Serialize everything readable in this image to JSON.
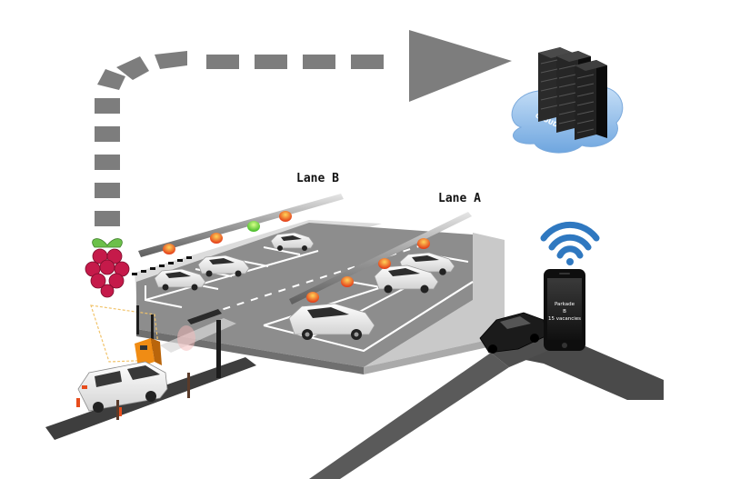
{
  "labels": {
    "lane_b": "Lane B",
    "lane_a": "Lane A",
    "cloud": "CLOUD"
  },
  "phone_screen": {
    "line1": "Parkade",
    "line2": "B",
    "line3": "15 vacancies"
  },
  "colors": {
    "arrow_gray": "#7d7d7d",
    "cloud_blue": "#a9cdf0",
    "wifi_blue": "#2f78c0",
    "raspberry_red": "#c51a4a",
    "leaf_green": "#6cc04a",
    "indicator_red": "#e74c1c",
    "indicator_green": "#5ccf3a",
    "lot_surface": "#8d8d8d",
    "road_dark": "#404040"
  },
  "icons": [
    "dashed-arrow-icon",
    "cloud-server-icon",
    "raspberry-pi-icon",
    "wifi-icon",
    "smartphone-icon",
    "car-icon",
    "van-icon",
    "barrier-gate-icon",
    "ticket-machine-icon",
    "sensor-bar-icon"
  ]
}
